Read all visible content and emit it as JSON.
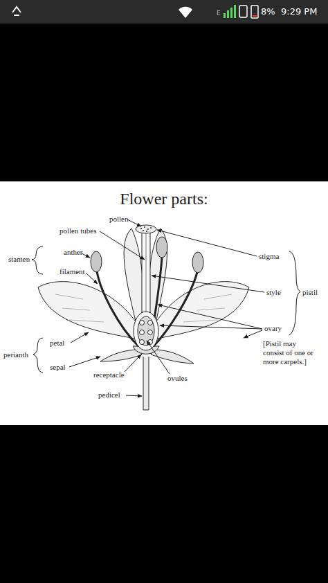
{
  "diagram": {
    "title": "Flower parts:",
    "labels": [
      "E",
      "8%",
      "9:29 PM",
      "pollen",
      "pollen tubes",
      "stamen",
      "anther",
      "filament",
      "stigma",
      "style",
      "pistil",
      "ovary",
      "[Pistil may consist of one or more carpels.]",
      "perianth",
      "petal",
      "sepal",
      "receptacle",
      "ovules",
      "pedicel"
    ]
  }
}
